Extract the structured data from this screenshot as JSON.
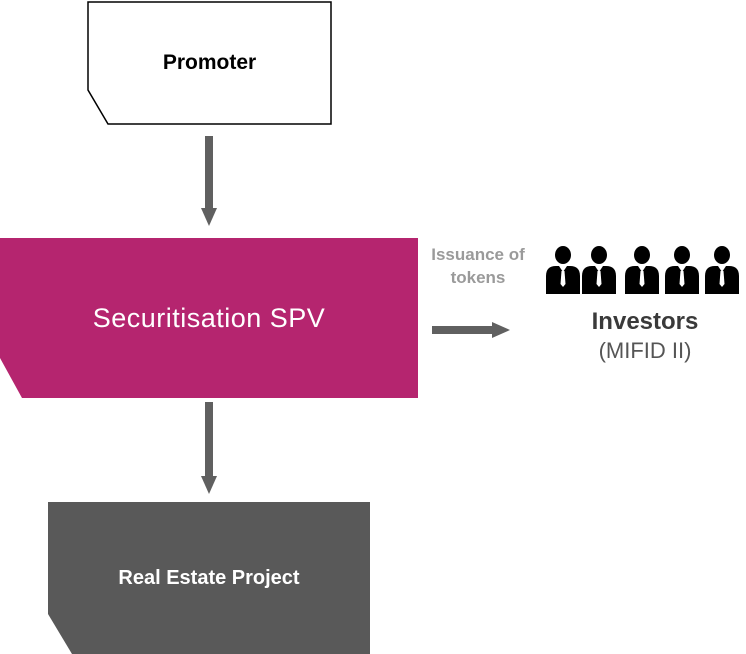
{
  "nodes": {
    "promoter": {
      "label": "Promoter"
    },
    "spv": {
      "label": "Securitisation  SPV"
    },
    "project": {
      "label": "Real Estate Project"
    }
  },
  "edge_label": {
    "issuance": "Issuance of tokens"
  },
  "investors": {
    "title": "Investors",
    "subtitle": "(MIFID II)",
    "icon": "person-icon",
    "count": 5
  },
  "colors": {
    "spv_fill": "#b5256f",
    "project_fill": "#595959",
    "promoter_fill": "#ffffff",
    "arrow": "#606060",
    "person": "#000000"
  }
}
